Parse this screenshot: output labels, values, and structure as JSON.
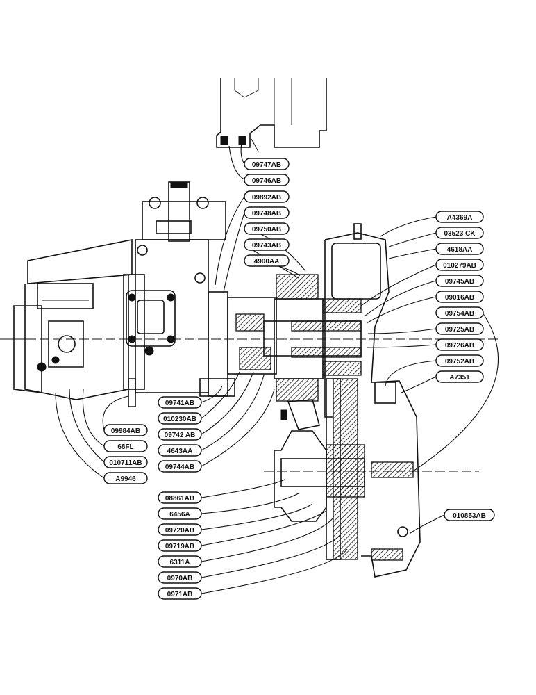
{
  "labels_left": [
    {
      "id": "l-09747ab",
      "text": "09747AB"
    },
    {
      "id": "l-09746ab",
      "text": "09746AB"
    },
    {
      "id": "l-09892ab",
      "text": "09892AB"
    },
    {
      "id": "l-09748ab",
      "text": "09748AB"
    },
    {
      "id": "l-09750ab",
      "text": "09750AB"
    },
    {
      "id": "l-09743ab",
      "text": "09743AB"
    },
    {
      "id": "l-4900aa",
      "text": "4900AA"
    }
  ],
  "labels_right": [
    {
      "id": "r-a4369a",
      "text": "A4369A"
    },
    {
      "id": "r-03523ck",
      "text": "03523 CK"
    },
    {
      "id": "r-4618aa",
      "text": "4618AA"
    },
    {
      "id": "r-010279ab",
      "text": "010279AB"
    },
    {
      "id": "r-09745ab",
      "text": "09745AB"
    },
    {
      "id": "r-09016ab",
      "text": "09016AB"
    },
    {
      "id": "r-09754ab",
      "text": "09754AB"
    },
    {
      "id": "r-09725ab",
      "text": "09725AB"
    },
    {
      "id": "r-09726ab",
      "text": "09726AB"
    },
    {
      "id": "r-09752ab",
      "text": "09752AB"
    },
    {
      "id": "r-a7351",
      "text": "A7351"
    },
    {
      "id": "r-010853ab",
      "text": "010853AB"
    }
  ],
  "labels_lower_left": [
    {
      "id": "ll-09741ab",
      "text": "09741AB"
    },
    {
      "id": "ll-010230ab",
      "text": "010230AB"
    },
    {
      "id": "ll-09742ab",
      "text": "09742 AB"
    },
    {
      "id": "ll-4643aa",
      "text": "4643AA"
    },
    {
      "id": "ll-09744ab",
      "text": "09744AB"
    },
    {
      "id": "ll-09984ab",
      "text": "09984AB"
    },
    {
      "id": "ll-68fl",
      "text": "68FL"
    },
    {
      "id": "ll-010711ab",
      "text": "010711AB"
    },
    {
      "id": "ll-a9946",
      "text": "A9946"
    }
  ],
  "labels_bottom": [
    {
      "id": "b-08861ab",
      "text": "08861AB"
    },
    {
      "id": "b-6456a",
      "text": "6456A"
    },
    {
      "id": "b-09720ab",
      "text": "09720AB"
    },
    {
      "id": "b-09719ab",
      "text": "09719AB"
    },
    {
      "id": "b-6311a",
      "text": "6311A"
    },
    {
      "id": "b-0970ab",
      "text": "0970AB"
    },
    {
      "id": "b-0971ab",
      "text": "0971AB"
    }
  ]
}
